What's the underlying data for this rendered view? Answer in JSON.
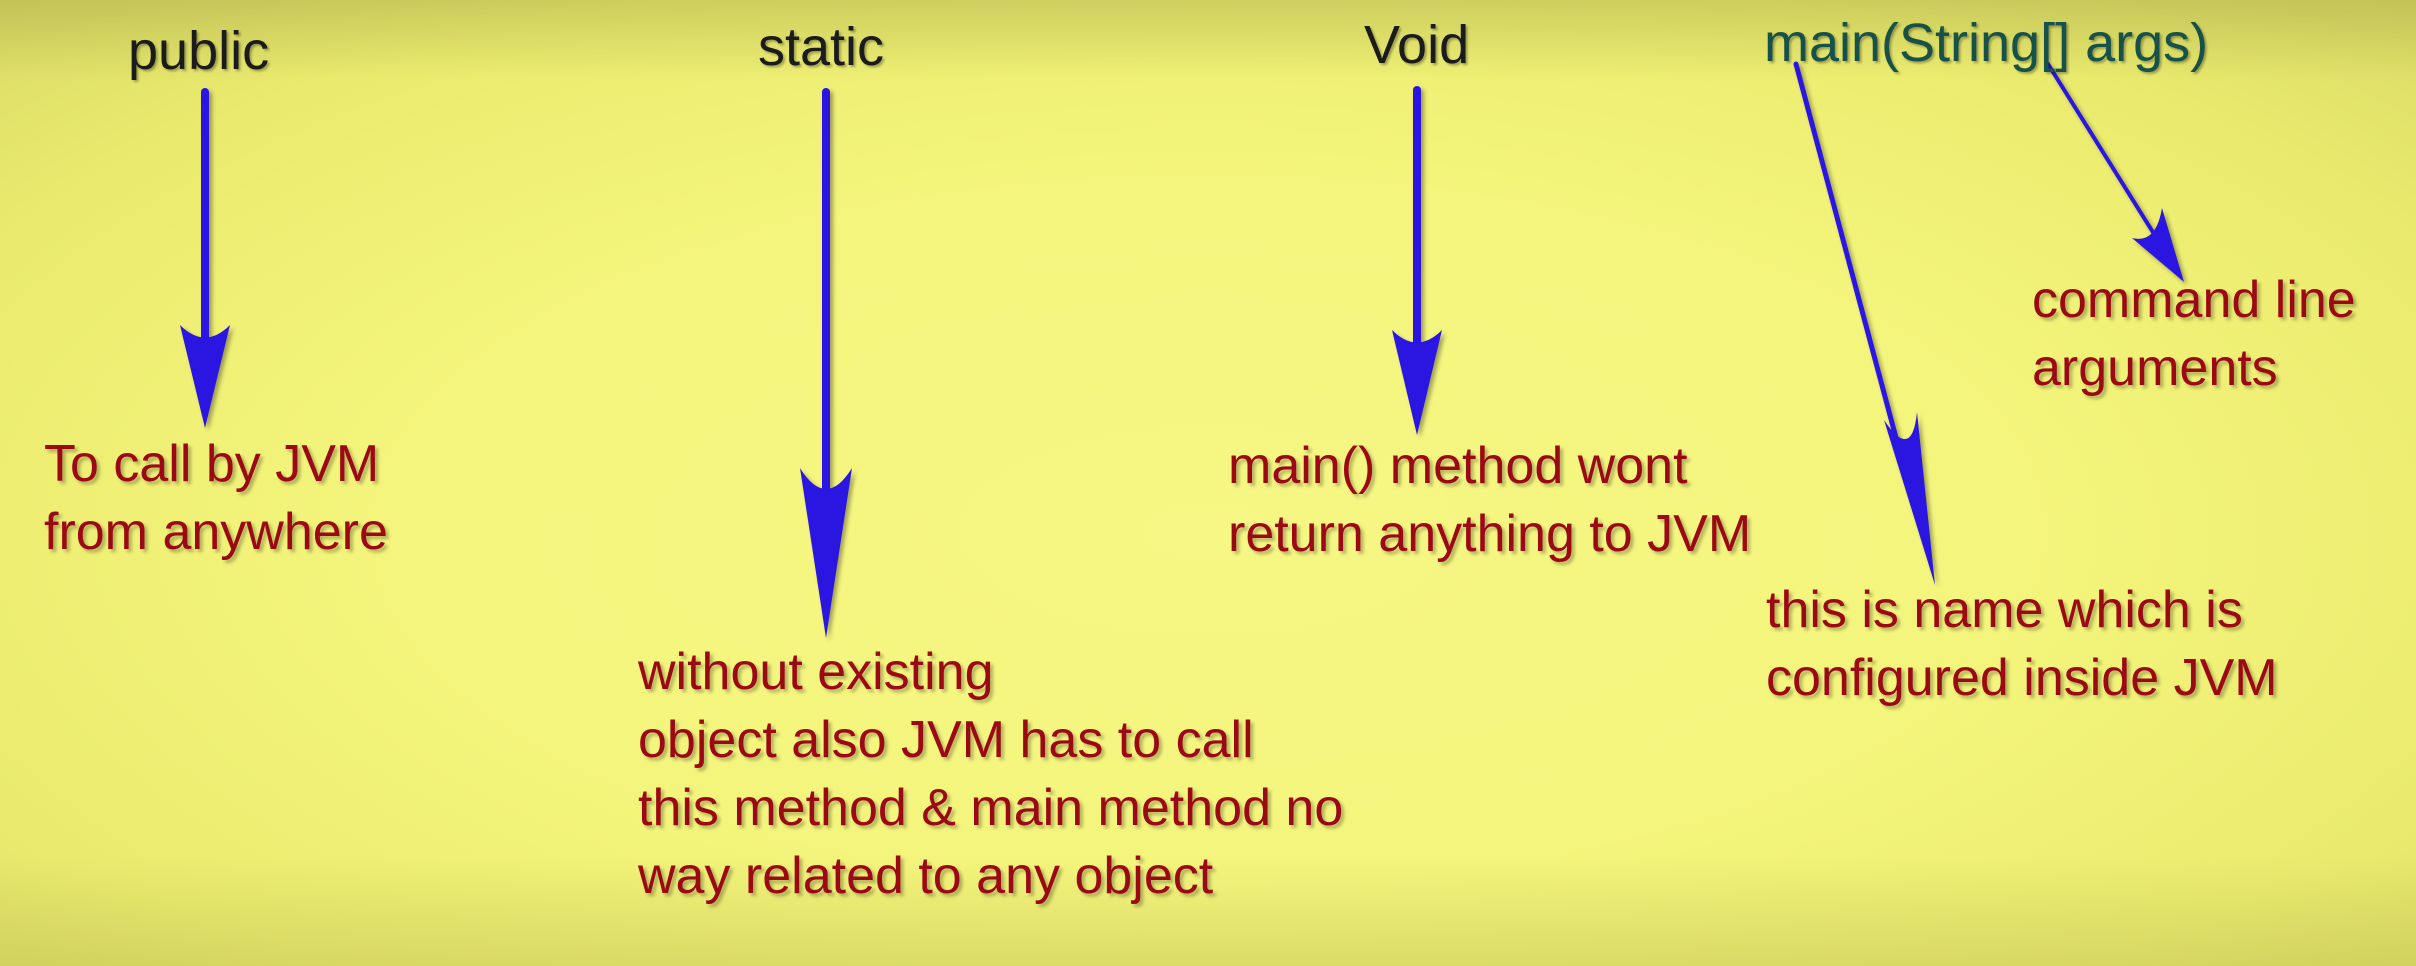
{
  "colors": {
    "keyword": "#1b1b1b",
    "keyword_main": "#17524a",
    "description": "#9b0a14",
    "arrow": "#2b17e0",
    "background": "#f4f57c"
  },
  "keywords": {
    "public": "public",
    "static": "static",
    "void": "Void",
    "main": "main(String[] args)"
  },
  "descriptions": {
    "public": [
      "To call by JVM",
      "from anywhere"
    ],
    "static": [
      "without existing",
      "object also JVM has to call",
      "this method & main method no",
      "way related to any object"
    ],
    "void": [
      "main() method wont",
      "return anything to JVM"
    ],
    "main_name": [
      "this is name which is",
      "configured inside JVM"
    ],
    "args": [
      "command line",
      "arguments"
    ]
  },
  "arrows": [
    {
      "name": "arrow-public",
      "from": "public",
      "to": "public description"
    },
    {
      "name": "arrow-static",
      "from": "static",
      "to": "static description"
    },
    {
      "name": "arrow-void",
      "from": "Void",
      "to": "void description"
    },
    {
      "name": "arrow-main-name",
      "from": "main",
      "to": "main name description"
    },
    {
      "name": "arrow-args",
      "from": "args",
      "to": "args description"
    }
  ]
}
